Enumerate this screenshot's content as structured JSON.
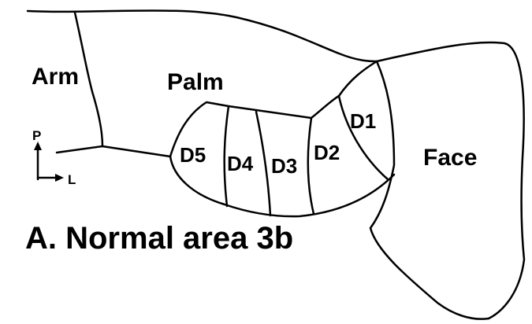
{
  "labels": {
    "arm": "Arm",
    "palm": "Palm",
    "face": "Face",
    "d1": "D1",
    "d2": "D2",
    "d3": "D3",
    "d4": "D4",
    "d5": "D5"
  },
  "orientation": {
    "posterior": "P",
    "lateral": "L"
  },
  "caption": "A. Normal area 3b"
}
